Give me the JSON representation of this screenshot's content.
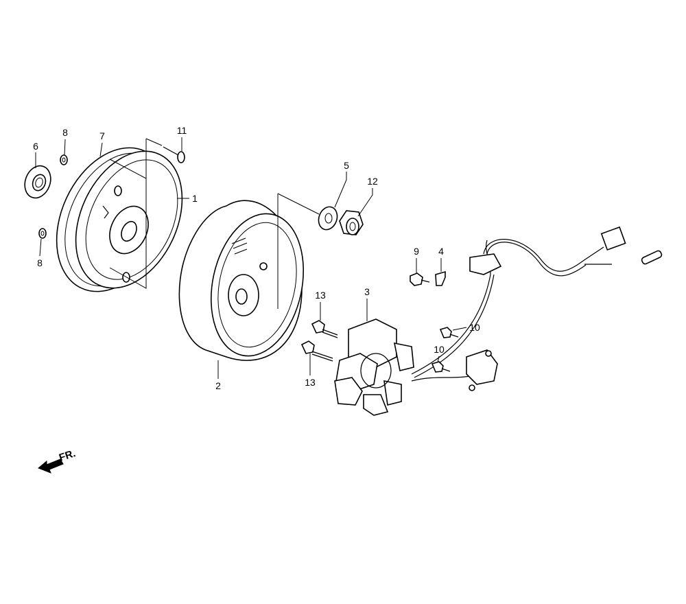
{
  "diagram": {
    "title": "Exploded parts diagram - generator / flywheel and stator",
    "direction_label": "FR.",
    "callouts": [
      {
        "id": "c1",
        "label": "1"
      },
      {
        "id": "c2",
        "label": "2"
      },
      {
        "id": "c3",
        "label": "3"
      },
      {
        "id": "c4",
        "label": "4"
      },
      {
        "id": "c5",
        "label": "5"
      },
      {
        "id": "c6",
        "label": "6"
      },
      {
        "id": "c7",
        "label": "7"
      },
      {
        "id": "c8a",
        "label": "8"
      },
      {
        "id": "c8b",
        "label": "8"
      },
      {
        "id": "c9",
        "label": "9"
      },
      {
        "id": "c10a",
        "label": "10"
      },
      {
        "id": "c10b",
        "label": "10"
      },
      {
        "id": "c11",
        "label": "11"
      },
      {
        "id": "c12",
        "label": "12"
      },
      {
        "id": "c13a",
        "label": "13"
      },
      {
        "id": "c13b",
        "label": "13"
      }
    ]
  }
}
